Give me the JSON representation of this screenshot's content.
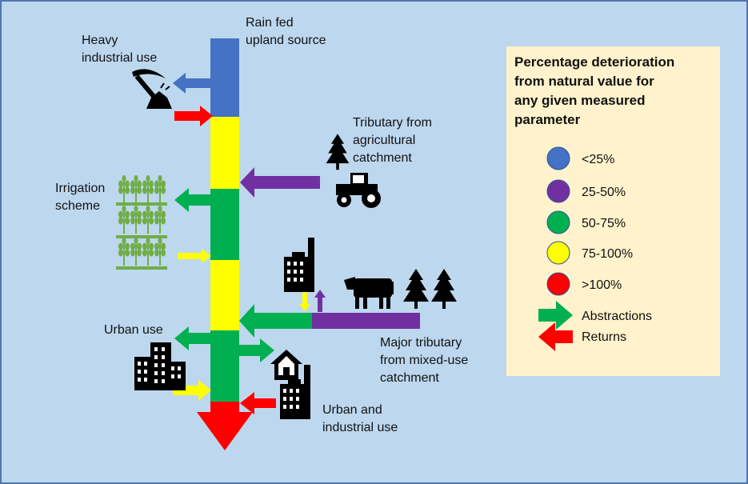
{
  "colors": {
    "background": "#bdd7ee",
    "legend_background": "#fff2cc",
    "blue": "#4472c4",
    "purple": "#7030a0",
    "green": "#00b050",
    "yellow": "#ffff00",
    "red": "#ff0000",
    "icon": "#000000",
    "crop": "#70ad47"
  },
  "labels": {
    "source_line1": "Rain fed",
    "source_line2": "upland source",
    "heavy_line1": "Heavy",
    "heavy_line2": "industrial use",
    "trib_line1": "Tributary from",
    "trib_line2": "agricultural",
    "trib_line3": "catchment",
    "irrig_line1": "Irrigation",
    "irrig_line2": "scheme",
    "urban_use": "Urban use",
    "major_line1": "Major tributary",
    "major_line2": "from mixed-use",
    "major_line3": "catchment",
    "urbind_line1": "Urban and",
    "urbind_line2": "industrial use"
  },
  "legend": {
    "title_line1": "Percentage deterioration",
    "title_line2": "from natural value for",
    "title_line3": "any given measured",
    "title_line4": "parameter",
    "items": [
      {
        "label": "<25%",
        "color": "#4472c4"
      },
      {
        "label": "25-50%",
        "color": "#7030a0"
      },
      {
        "label": "50-75%",
        "color": "#00b050"
      },
      {
        "label": "75-100%",
        "color": "#ffff00"
      },
      {
        "label": ">100%",
        "color": "#ff0000"
      }
    ],
    "abstractions": "Abstractions",
    "returns": "Returns"
  },
  "icons": [
    "pickaxe-icon",
    "tree-icon",
    "tractor-icon",
    "wheat-icon",
    "factory-icon",
    "cow-icon",
    "building-icon",
    "house-icon"
  ]
}
